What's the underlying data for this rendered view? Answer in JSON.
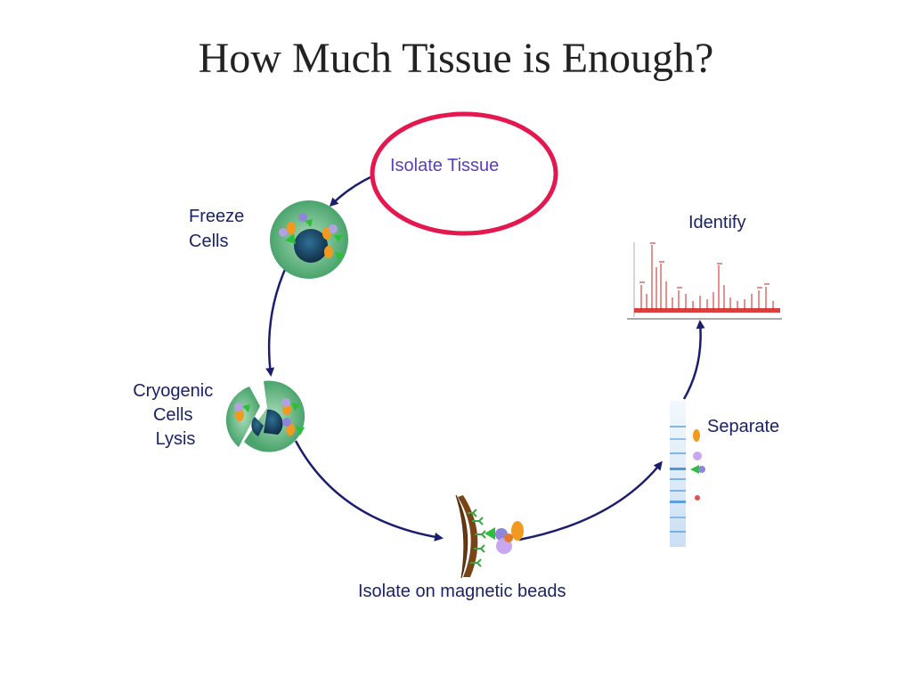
{
  "slide": {
    "title": "How Much Tissue is Enough?"
  },
  "diagram": {
    "steps": {
      "isolate_tissue": "Isolate Tissue",
      "freeze_line1": "Freeze",
      "freeze_line2": "Cells",
      "lysis_line1": "Cryogenic",
      "lysis_line2": "Cells",
      "lysis_line3": "Lysis",
      "beads": "Isolate on magnetic beads",
      "separate": "Separate",
      "identify": "Identify"
    },
    "colors": {
      "arrow": "#1b1d6e",
      "highlight_ring": "#e5174f",
      "step_text": "#1b2266",
      "isolate_text": "#5a3fb5",
      "cell_green": "#5cb37f",
      "nucleus": "#1e4d6b",
      "bead_brown": "#6b3a10",
      "gel_blue": "#3d8fd6",
      "spectrum_red": "#d21f1f"
    },
    "icons": [
      "cell-icon",
      "lysed-cell-icon",
      "magnetic-bead-icon",
      "gel-lane-icon",
      "mass-spectrum-icon"
    ]
  }
}
